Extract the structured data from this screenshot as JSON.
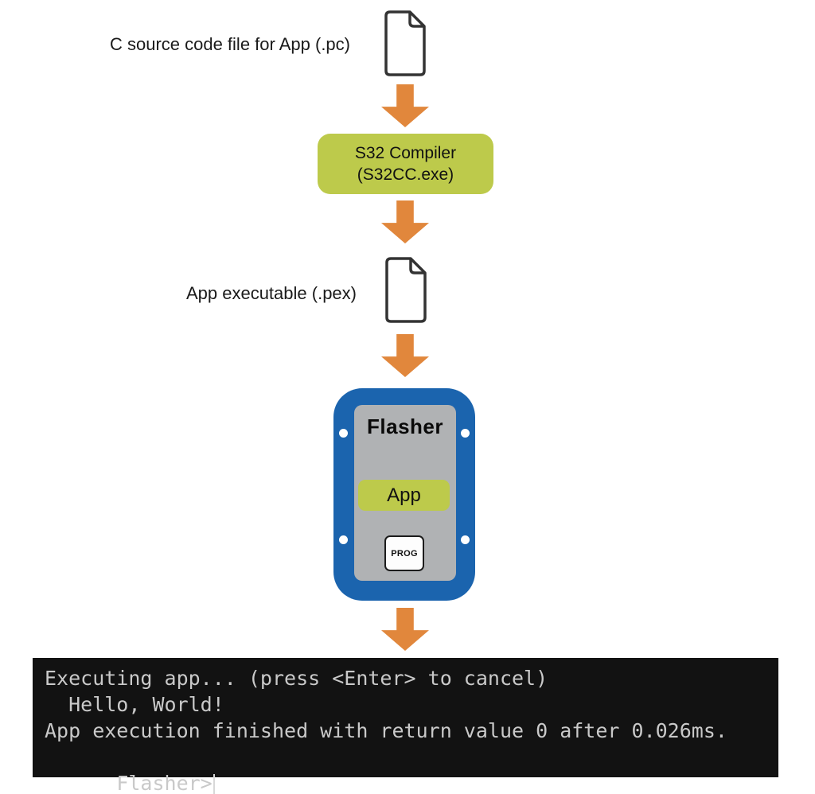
{
  "diagram": {
    "source_label": "C source code file for App (.pc)",
    "compiler": {
      "line1": "S32 Compiler",
      "line2": "(S32CC.exe)"
    },
    "executable_label": "App executable (.pex)",
    "flasher": {
      "title": "Flasher",
      "app_label": "App",
      "prog_label": "PROG"
    },
    "icons": {
      "file_icon": "document-with-folded-corner",
      "arrow_icon": "down-block-arrow"
    }
  },
  "terminal": {
    "lines": [
      "Executing app... (press <Enter> to cancel)",
      "  Hello, World!",
      "App execution finished with return value 0 after 0.026ms.",
      "Flasher>"
    ]
  },
  "colors": {
    "arrow_orange": "#E1873C",
    "compiler_green": "#BDCA4B",
    "flasher_blue": "#1B64AE",
    "flasher_gray": "#B0B2B4",
    "terminal_bg": "#121212",
    "terminal_text": "#C9C9C9"
  }
}
